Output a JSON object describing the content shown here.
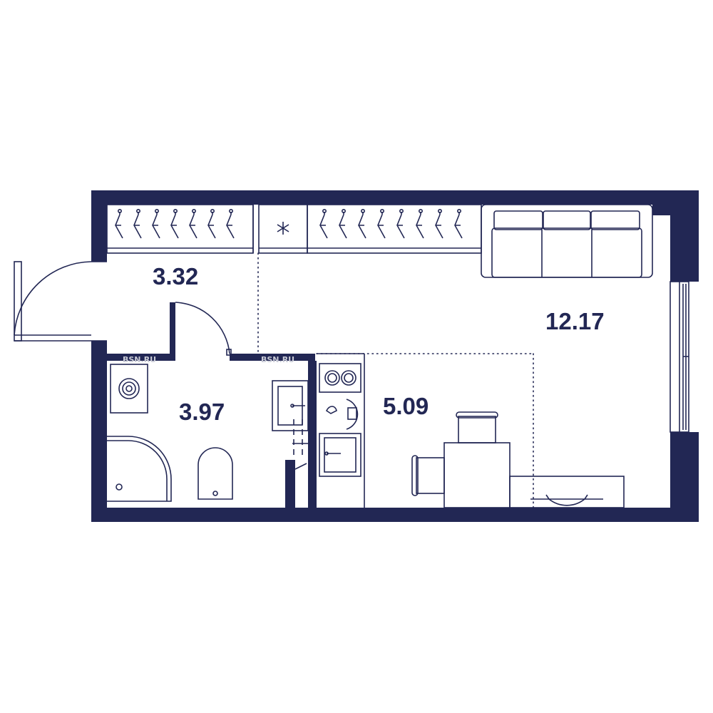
{
  "plan": {
    "rooms": [
      {
        "id": "hall",
        "area": "3.32"
      },
      {
        "id": "bathroom",
        "area": "3.97"
      },
      {
        "id": "kitchen",
        "area": "5.09"
      },
      {
        "id": "living",
        "area": "12.17"
      }
    ],
    "watermark": "BSN.RU",
    "colors": {
      "wall": "#222754",
      "background": "#ffffff"
    },
    "icons": [
      "hanger-icon",
      "snowflake-icon",
      "sofa-icon",
      "washing-machine-icon",
      "shower-icon",
      "toilet-icon",
      "sink-icon",
      "stove-icon",
      "faucet-icon",
      "chair-icon",
      "table-icon"
    ]
  }
}
